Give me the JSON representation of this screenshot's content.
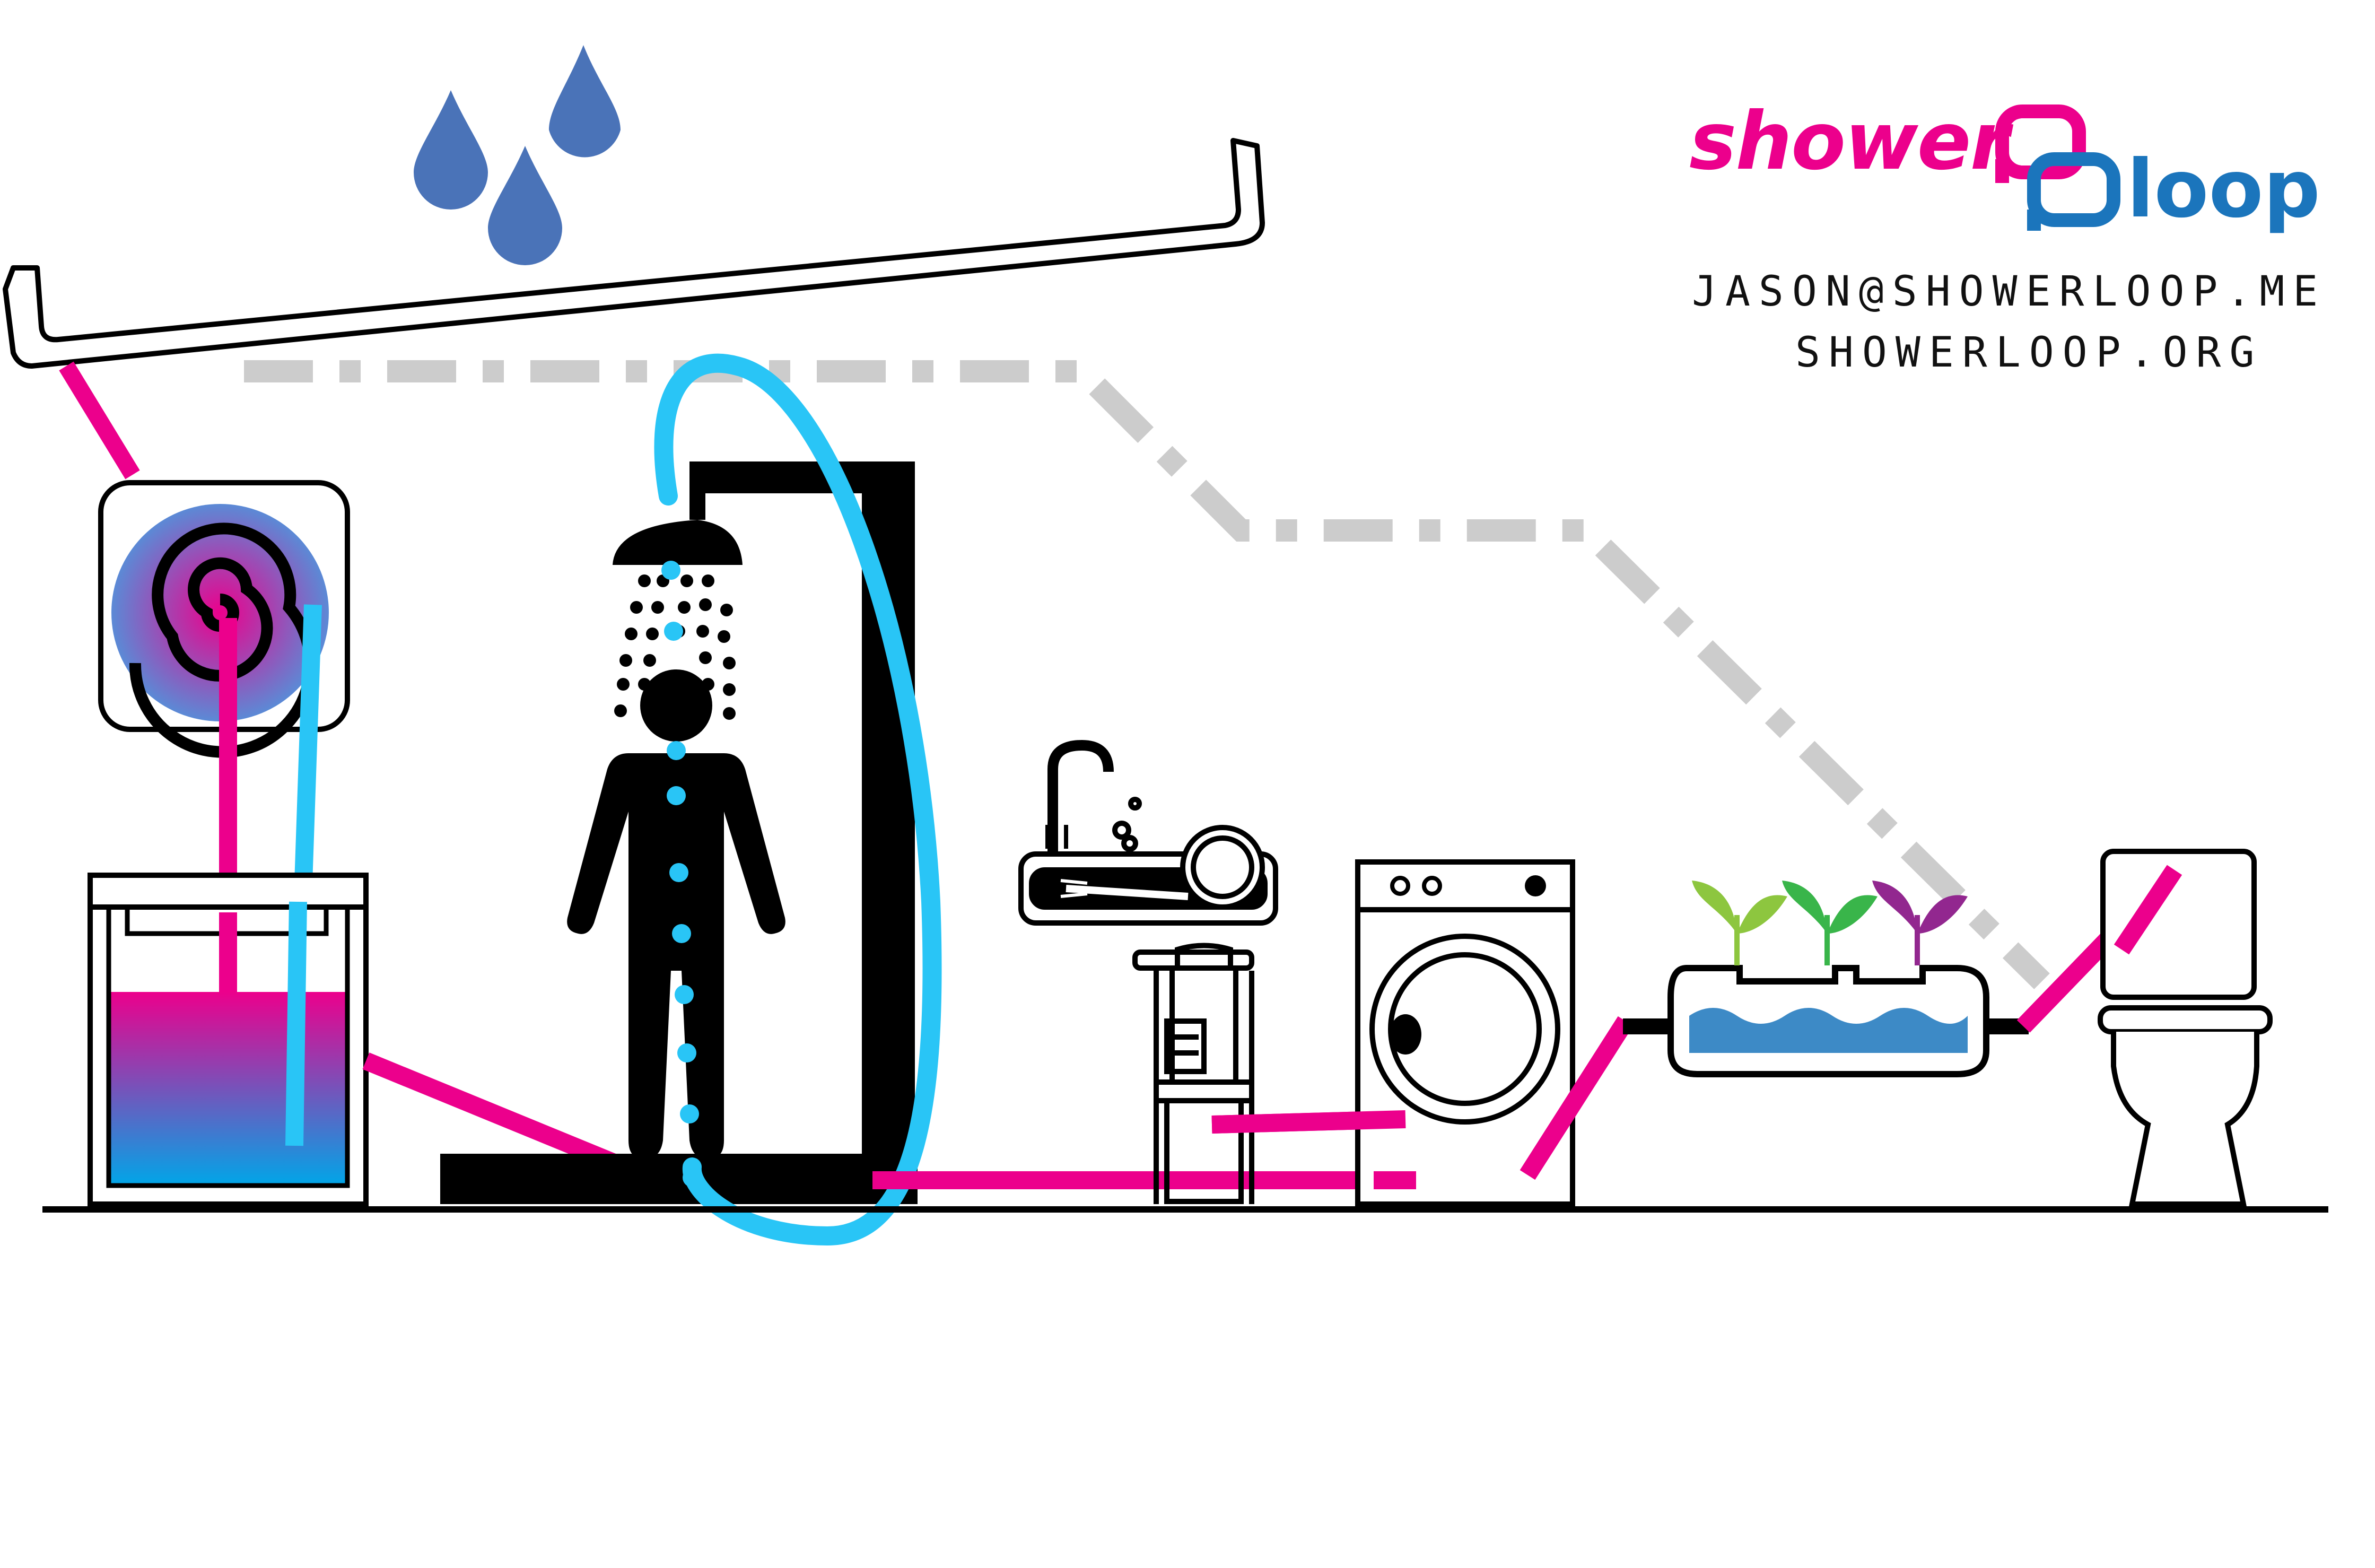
{
  "brand": {
    "word1": "shower",
    "word2": "loop",
    "colors": {
      "pink": "#ec008c",
      "blue": "#1b75bc"
    }
  },
  "contact": {
    "email": "JASON@SHOWERLOOP.ME",
    "website": "SHOWERLOOP.ORG"
  },
  "palette": {
    "pink_pipe": "#ec008c",
    "blue_loop": "#29c5f6",
    "grey_dashed": "#cccccc",
    "rain": "#4a73b8",
    "outline": "#000000",
    "tank_gradient": [
      "#ec008c",
      "#00a6e8"
    ],
    "sprouts": [
      "#8dc63f",
      "#39b54a",
      "#92278f"
    ]
  },
  "icons": [
    "raindrop-icon",
    "rain-gutter-icon",
    "spiral-filter-icon",
    "water-tank-icon",
    "shower-person-icon",
    "shower-cabin-icon",
    "recirculation-loop-icon",
    "kitchen-sink-icon",
    "washing-machine-icon",
    "plant-planter-icon",
    "toilet-icon"
  ]
}
